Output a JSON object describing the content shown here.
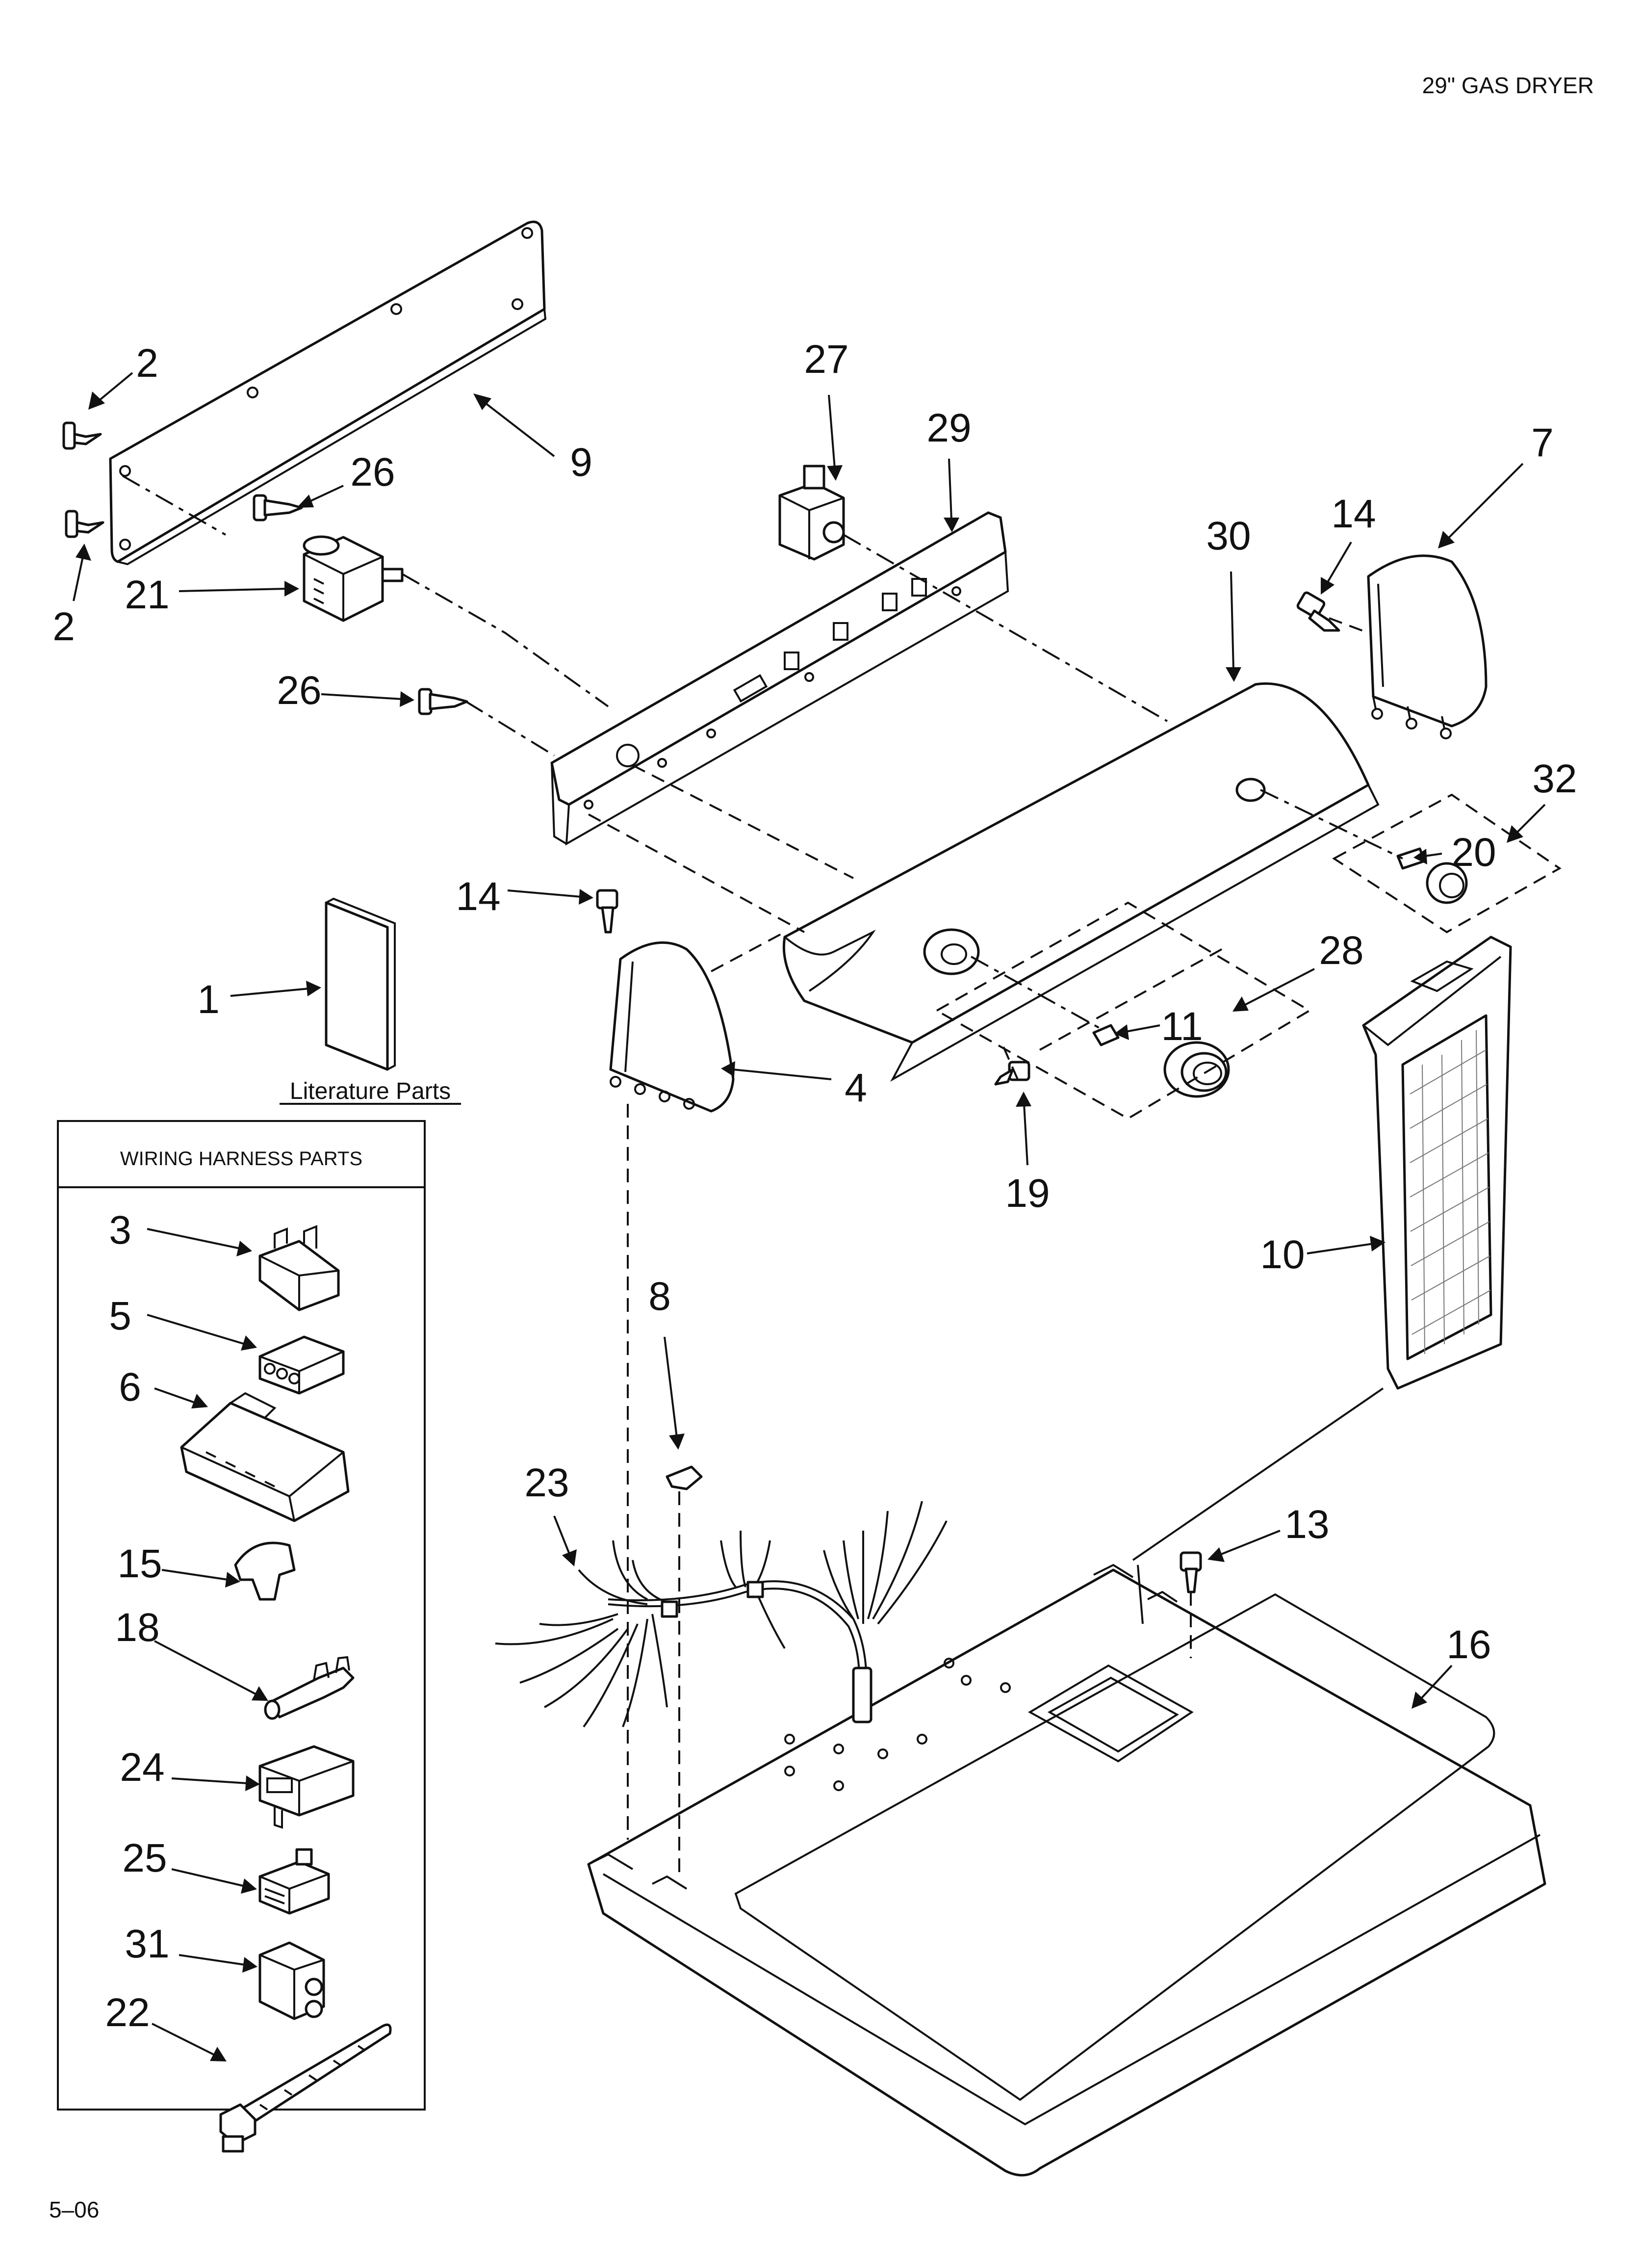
{
  "header": {
    "title": "29\" GAS DRYER"
  },
  "footer": {
    "page_code": "5–06"
  },
  "literature": {
    "label": "Literature Parts"
  },
  "wiring_box": {
    "title": "WIRING HARNESS PARTS"
  },
  "callouts": {
    "c1": "1",
    "c2a": "2",
    "c2b": "2",
    "c3": "3",
    "c4": "4",
    "c5": "5",
    "c6": "6",
    "c7": "7",
    "c8": "8",
    "c9": "9",
    "c10": "10",
    "c11": "11",
    "c13": "13",
    "c14a": "14",
    "c14b": "14",
    "c15": "15",
    "c16": "16",
    "c18": "18",
    "c19": "19",
    "c20": "20",
    "c21": "21",
    "c22": "22",
    "c23": "23",
    "c24": "24",
    "c25": "25",
    "c26a": "26",
    "c26b": "26",
    "c27": "27",
    "c28": "28",
    "c29": "29",
    "c30": "30",
    "c31": "31",
    "c32": "32"
  }
}
